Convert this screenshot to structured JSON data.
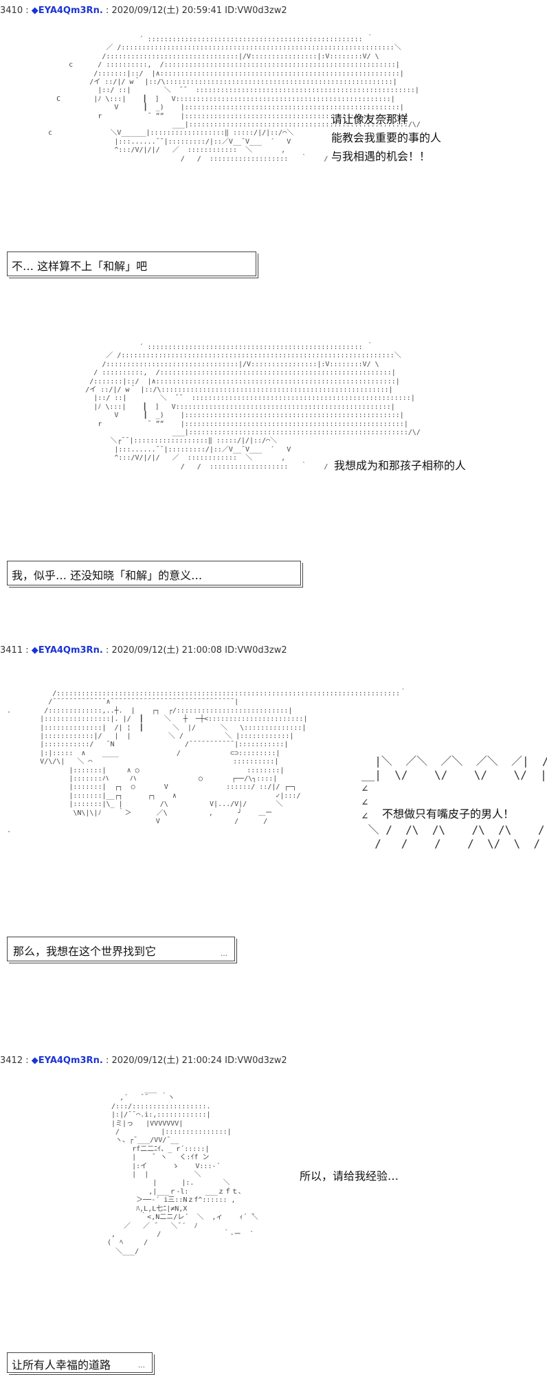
{
  "posts": [
    {
      "number": "3410",
      "name": "◆EYA4Qm3Rn.",
      "date": "2020/09/12(土) 20:59:41",
      "id": "ID:VW0d3zw2"
    },
    {
      "number": "3411",
      "name": "◆EYA4Qm3Rn.",
      "date": "2020/09/12(土) 21:00:08",
      "id": "ID:VW0d3zw2"
    },
    {
      "number": "3412",
      "name": "◆EYA4Qm3Rn.",
      "date": "2020/09/12(土) 21:00:24",
      "id": "ID:VW0d3zw2"
    }
  ],
  "separator": ":",
  "panel1": {
    "dialog_lines": [
      "请让像友奈那样",
      "能教会我重要的事的人",
      "与我相遇的机会！！"
    ],
    "caption": "不…  这样算不上「和解」吧"
  },
  "panel2": {
    "dialog": "我想成为和那孩子相称的人",
    "caption": "我，似乎…    还没知晓「和解」的意义…"
  },
  "panel3": {
    "shout": "不想做只有嘴皮子的男人！",
    "caption": "那么，我想在这个世界找到它",
    "caption_tail": "…"
  },
  "panel4": {
    "dialog": "所以，请给我经验…",
    "caption": "让所有人幸福的道路",
    "caption_tail": "…"
  }
}
